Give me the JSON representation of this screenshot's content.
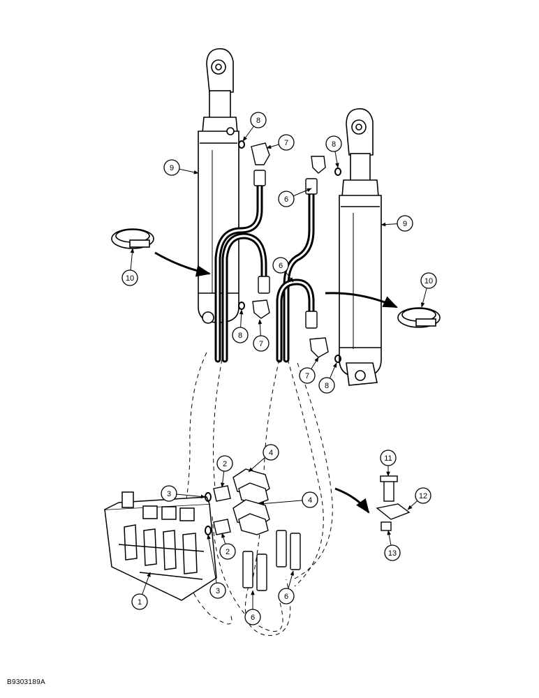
{
  "figure_code": "B9303189A",
  "callouts": [
    {
      "id": "c1",
      "label": "1"
    },
    {
      "id": "c2a",
      "label": "2"
    },
    {
      "id": "c2b",
      "label": "2"
    },
    {
      "id": "c3a",
      "label": "3"
    },
    {
      "id": "c3b",
      "label": "3"
    },
    {
      "id": "c4a",
      "label": "4"
    },
    {
      "id": "c4b",
      "label": "4"
    },
    {
      "id": "c6a",
      "label": "6"
    },
    {
      "id": "c6b",
      "label": "6"
    },
    {
      "id": "c6c",
      "label": "6"
    },
    {
      "id": "c6d",
      "label": "6"
    },
    {
      "id": "c7a",
      "label": "7"
    },
    {
      "id": "c7b",
      "label": "7"
    },
    {
      "id": "c7c",
      "label": "7"
    },
    {
      "id": "c8a",
      "label": "8"
    },
    {
      "id": "c8b",
      "label": "8"
    },
    {
      "id": "c8c",
      "label": "8"
    },
    {
      "id": "c8d",
      "label": "8"
    },
    {
      "id": "c9a",
      "label": "9"
    },
    {
      "id": "c9b",
      "label": "9"
    },
    {
      "id": "c10a",
      "label": "10"
    },
    {
      "id": "c10b",
      "label": "10"
    },
    {
      "id": "c11",
      "label": "11"
    },
    {
      "id": "c12",
      "label": "12"
    },
    {
      "id": "c13",
      "label": "13"
    }
  ]
}
